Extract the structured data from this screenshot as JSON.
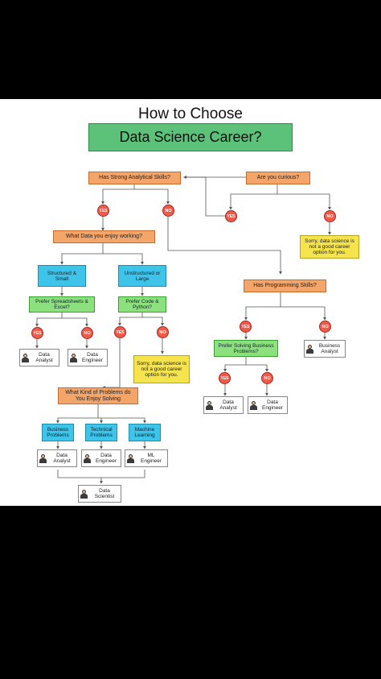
{
  "title": "How to Choose",
  "subtitle": "Data Science Career?",
  "questions": {
    "analytical": "Has Strong Analytical Skills?",
    "curious": "Are you curious?",
    "data_type": "What Data you enjoy working?",
    "programming": "Has Programming Skills?",
    "problems": "What Kind of Problems do You Enjoy Solving"
  },
  "answers": {
    "yes": "YES",
    "no": "NO"
  },
  "data_types": {
    "structured": "Structured & Small",
    "unstructured": "Unstructured or Large"
  },
  "preferences": {
    "spreadsheets": "Prefer Spreadsheets & Excel?",
    "code": "Prefer Code & Python?",
    "business": "Prefer Solving Business Problems?"
  },
  "sorry_note": "Sorry, data science is not a good career option for you.",
  "problem_types": {
    "business": "Business Problems",
    "technical": "Technical Problems",
    "ml": "Machine Learning"
  },
  "roles": {
    "data_analyst": "Data Analyst",
    "data_engineer": "Data Engineer",
    "business_analyst": "Business Analyst",
    "ml_engineer": "ML Engineer",
    "data_scientist": "Data Scientist"
  },
  "colors": {
    "question": "#f4a56a",
    "note": "#f6e44c",
    "category": "#3ec4e8",
    "preference": "#8de07e",
    "yes_no": "#f05a4a",
    "title_box": "#5cc27a"
  }
}
